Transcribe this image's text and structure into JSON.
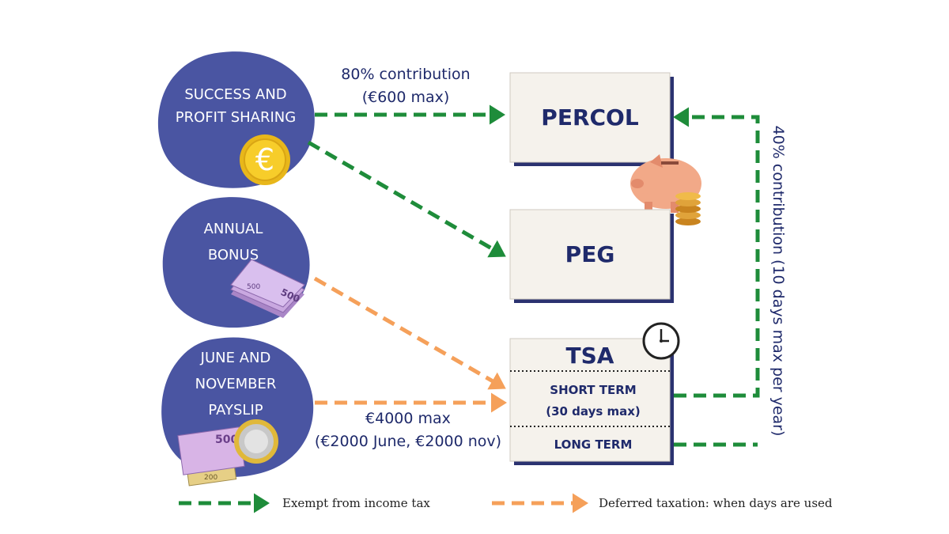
{
  "sources": {
    "success": [
      "SUCCESS AND",
      "PROFIT SHARING"
    ],
    "bonus": [
      "ANNUAL",
      "BONUS"
    ],
    "payslip": [
      "JUNE AND",
      "NOVEMBER",
      "PAYSLIP"
    ]
  },
  "targets": {
    "percol": "PERCOL",
    "peg": "PEG",
    "tsa": {
      "title": "TSA",
      "short_term": [
        "SHORT TERM",
        "(30 days max)"
      ],
      "long_term": "LONG TERM"
    }
  },
  "arrow_labels": {
    "success_to_percol": [
      "80% contribution",
      "(€600 max)"
    ],
    "payslip_to_tsa": [
      "€4000 max",
      "(€2000 June, €2000 nov)"
    ],
    "tsa_to_percol": "40% contribution (10 days  max per year)"
  },
  "illustrations": {
    "coin_symbol": "€",
    "banknote_labels": [
      "500",
      "500",
      "500",
      "200"
    ]
  },
  "legend": {
    "exempt": "Exempt from income tax",
    "deferred": "Deferred taxation: when days are used"
  },
  "colors": {
    "blob": "#4a55a2",
    "box_fill": "#f5f2ec",
    "box_shadow": "#2b3270",
    "navy_text": "#1f2a6b",
    "green": "#1e8c3a",
    "orange": "#f5a05a"
  }
}
